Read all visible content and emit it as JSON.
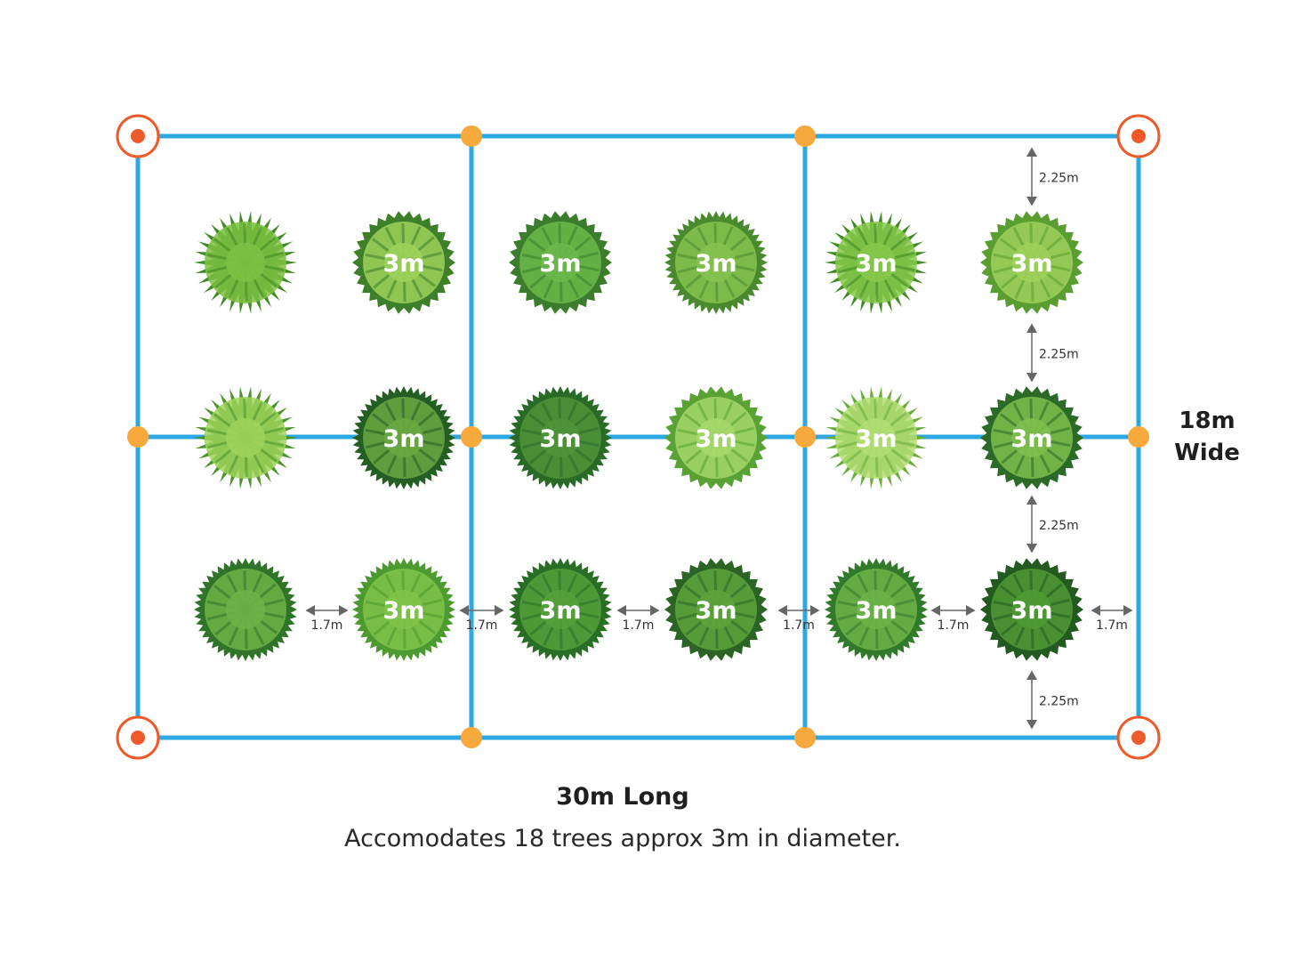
{
  "diagram": {
    "tree_label": "3m",
    "width_label_line1": "18m",
    "width_label_line2": "Wide",
    "length_label": "30m Long",
    "caption": "Accomodates 18 trees approx 3m in diameter.",
    "vertical_gap_label": "2.25m",
    "horizontal_gap_label": "1.7m",
    "colors": {
      "grid_line": "#2ea8e0",
      "corner_marker": "#ef5a2a",
      "mid_marker": "#f7a93b",
      "dimension_arrow": "#666666"
    },
    "trees": [
      {
        "row": 1,
        "col": 1,
        "labeled": false,
        "style": "star",
        "dark": "#3f8a25",
        "light": "#7cc142"
      },
      {
        "row": 1,
        "col": 2,
        "labeled": true,
        "style": "spiky",
        "dark": "#3e7f2a",
        "light": "#9cd15a"
      },
      {
        "row": 1,
        "col": 3,
        "labeled": true,
        "style": "spiky",
        "dark": "#3b7d2c",
        "light": "#6db84a"
      },
      {
        "row": 1,
        "col": 4,
        "labeled": true,
        "style": "round",
        "dark": "#4a8a2e",
        "light": "#86c24f"
      },
      {
        "row": 1,
        "col": 5,
        "labeled": true,
        "style": "star",
        "dark": "#3f8a25",
        "light": "#86c94a"
      },
      {
        "row": 1,
        "col": 6,
        "labeled": true,
        "style": "spiky",
        "dark": "#5a9e32",
        "light": "#9ed05a"
      },
      {
        "row": 2,
        "col": 1,
        "labeled": false,
        "style": "star",
        "dark": "#4a922c",
        "light": "#9dd35a"
      },
      {
        "row": 2,
        "col": 2,
        "labeled": true,
        "style": "round",
        "dark": "#255e22",
        "light": "#6aa843"
      },
      {
        "row": 2,
        "col": 3,
        "labeled": true,
        "style": "round",
        "dark": "#2a6a27",
        "light": "#4f9438"
      },
      {
        "row": 2,
        "col": 4,
        "labeled": true,
        "style": "spiky",
        "dark": "#5aa236",
        "light": "#a6d86a"
      },
      {
        "row": 2,
        "col": 5,
        "labeled": true,
        "style": "star",
        "dark": "#68ad3c",
        "light": "#b3de73"
      },
      {
        "row": 2,
        "col": 6,
        "labeled": true,
        "style": "spiky",
        "dark": "#2c6a28",
        "light": "#7fbf4c"
      },
      {
        "row": 3,
        "col": 1,
        "labeled": false,
        "style": "round",
        "dark": "#2f7429",
        "light": "#6cb447"
      },
      {
        "row": 3,
        "col": 2,
        "labeled": true,
        "style": "round",
        "dark": "#4d9a30",
        "light": "#7fc34a"
      },
      {
        "row": 3,
        "col": 3,
        "labeled": true,
        "style": "round",
        "dark": "#2a6e26",
        "light": "#56a03b"
      },
      {
        "row": 3,
        "col": 4,
        "labeled": true,
        "style": "spiky",
        "dark": "#2c6426",
        "light": "#5da43c"
      },
      {
        "row": 3,
        "col": 5,
        "labeled": true,
        "style": "round",
        "dark": "#327a2b",
        "light": "#6cb447"
      },
      {
        "row": 3,
        "col": 6,
        "labeled": true,
        "style": "spiky",
        "dark": "#235a20",
        "light": "#4f9a35"
      }
    ]
  }
}
